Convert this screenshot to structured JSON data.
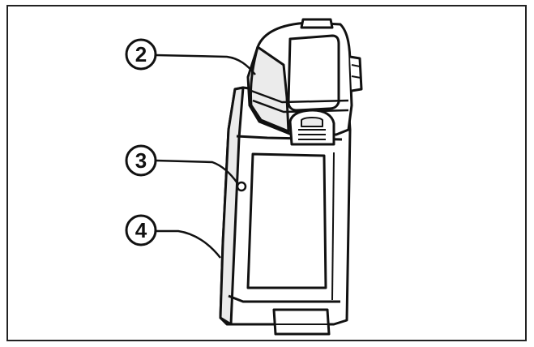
{
  "figure": {
    "callouts": [
      {
        "id": "c2",
        "label": "2"
      },
      {
        "id": "c3",
        "label": "3"
      },
      {
        "id": "c4",
        "label": "4"
      }
    ]
  },
  "colors": {
    "line": "#111111",
    "fill_light": "#ffffff",
    "fill_shade": "#ebebeb",
    "frame": "#222222"
  }
}
